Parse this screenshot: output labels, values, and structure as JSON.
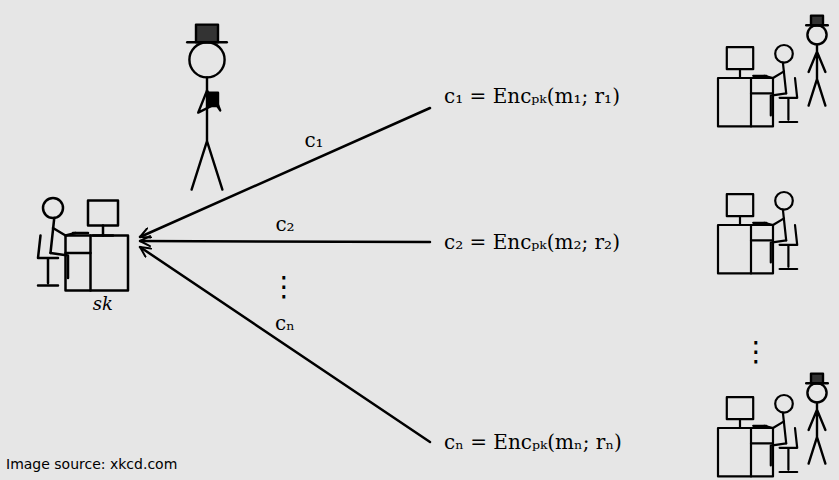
{
  "diagram": {
    "nodes": [
      {
        "text": [
          "sk"
        ]
      },
      {
        "text": [
          "c₁ = Encₚₖ(m₁; r₁)"
        ]
      },
      {
        "text": [
          "c₂ = Encₚₖ(m₂; r₂)"
        ]
      },
      {
        "text": [
          "cₙ = Encₚₖ(mₙ; rₙ)"
        ]
      }
    ],
    "edges": [
      {
        "from": 1,
        "to": 0,
        "arrow": "to",
        "label": "c₁"
      },
      {
        "from": 2,
        "to": 0,
        "arrow": "to",
        "label": "c₂"
      },
      {
        "from": 3,
        "to": 0,
        "arrow": "to",
        "label": "cₙ"
      }
    ],
    "labels": [
      "⋮",
      "⋮",
      "Image source: xkcd.com"
    ]
  }
}
